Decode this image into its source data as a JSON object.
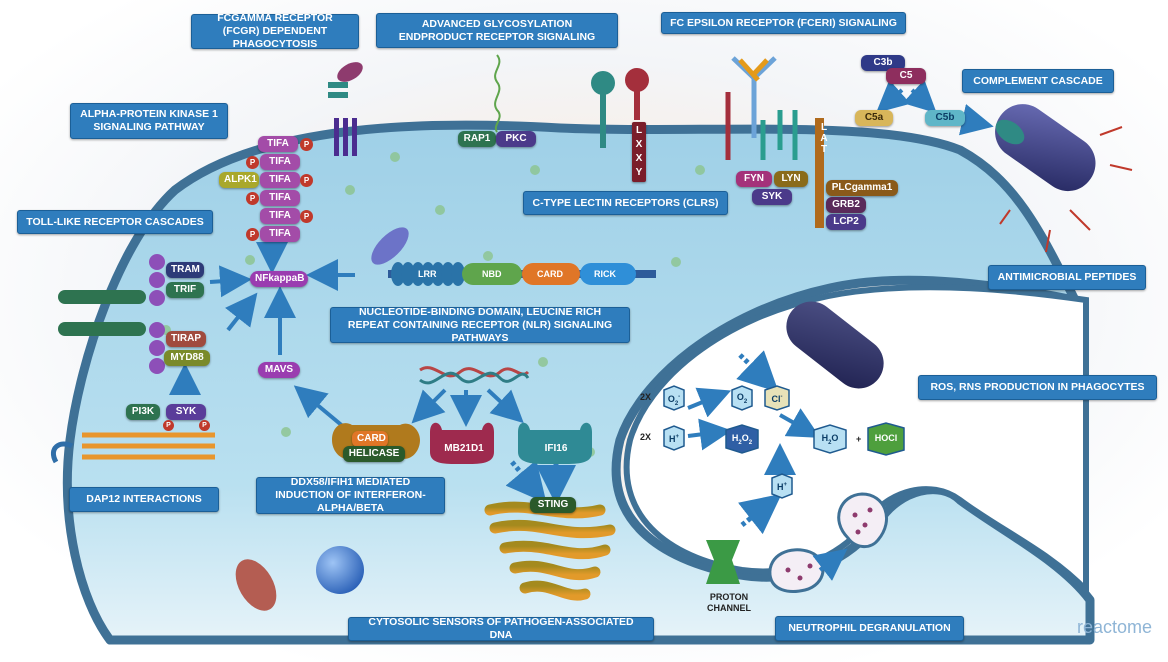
{
  "labels": {
    "fcgr": "FCGAMMA RECEPTOR (FCGR) DEPENDENT PHAGOCYTOSIS",
    "age": "ADVANCED GLYCOSYLATION ENDPRODUCT RECEPTOR SIGNALING",
    "fceri": "FC EPSILON RECEPTOR (FCERI) SIGNALING",
    "complement": "COMPLEMENT CASCADE",
    "alpk1": "ALPHA-PROTEIN KINASE 1 SIGNALING PATHWAY",
    "clr": "C-TYPE LECTIN RECEPTORS (CLRS)",
    "tlr": "TOLL-LIKE RECEPTOR CASCADES",
    "amp": "ANTIMICROBIAL PEPTIDES",
    "nlr": "NUCLEOTIDE-BINDING DOMAIN, LEUCINE RICH REPEAT CONTAINING RECEPTOR (NLR) SIGNALING PATHWAYS",
    "ros": "ROS, RNS PRODUCTION IN PHAGOCYTES",
    "dap12": "DAP12 INTERACTIONS",
    "ddx58": "DDX58/IFIH1 MEDIATED INDUCTION OF INTERFERON-ALPHA/BETA",
    "cytosolic": "CYTOSOLIC SENSORS OF PATHOGEN-ASSOCIATED DNA",
    "degranulation": "NEUTROPHIL DEGRANULATION"
  },
  "molecules": {
    "tifa": "TIFA",
    "alpk1": "ALPK1",
    "p": "P",
    "nfkb": "NFkappaB",
    "tram": "TRAM",
    "trif": "TRIF",
    "tirap": "TIRAP",
    "myd88": "MYD88",
    "pi3k": "PI3K",
    "syk": "SYK",
    "mavs": "MAVS",
    "card": "CARD",
    "helicase": "HELICASE",
    "mb21d1": "MB21D1",
    "ifi16": "IFI16",
    "sting": "STING",
    "lrr": "LRR",
    "nbd": "NBD",
    "rick": "RICK",
    "rap1": "RAP1",
    "pkc": "PKC",
    "fyn": "FYN",
    "lyn": "LYN",
    "plcg": "PLCgamma1",
    "grb2": "GRB2",
    "lcp2": "LCP2",
    "lat": "LAT",
    "lxxy": "LXXY",
    "c3b": "C3b",
    "c5": "C5",
    "c5a": "C5a",
    "c5b": "C5b",
    "o2_minus_base": "O",
    "o2_minus_sub": "2",
    "o2_minus_sup": "-",
    "o2_base": "O",
    "o2_sub": "2",
    "cl_base": "Cl",
    "cl_sup": "-",
    "hplus_base": "H",
    "hplus_sup": "+",
    "h2o2_a": "H",
    "h2o2_sub1": "2",
    "h2o2_b": "O",
    "h2o2_sub2": "2",
    "h2o_a": "H",
    "h2o_sub": "2",
    "h2o_b": "O",
    "plus": "+",
    "hocl": "HOCl",
    "twox_a": "2X",
    "twox_b": "2X",
    "proton_channel": "PROTON\nCHANNEL"
  },
  "brand": "reactome",
  "colors": {
    "label_bg": "#2f7dbd",
    "cell_fill": "#a9d6ea",
    "membrane": "#3f7196",
    "phagosome_fill": "#ffffff"
  }
}
